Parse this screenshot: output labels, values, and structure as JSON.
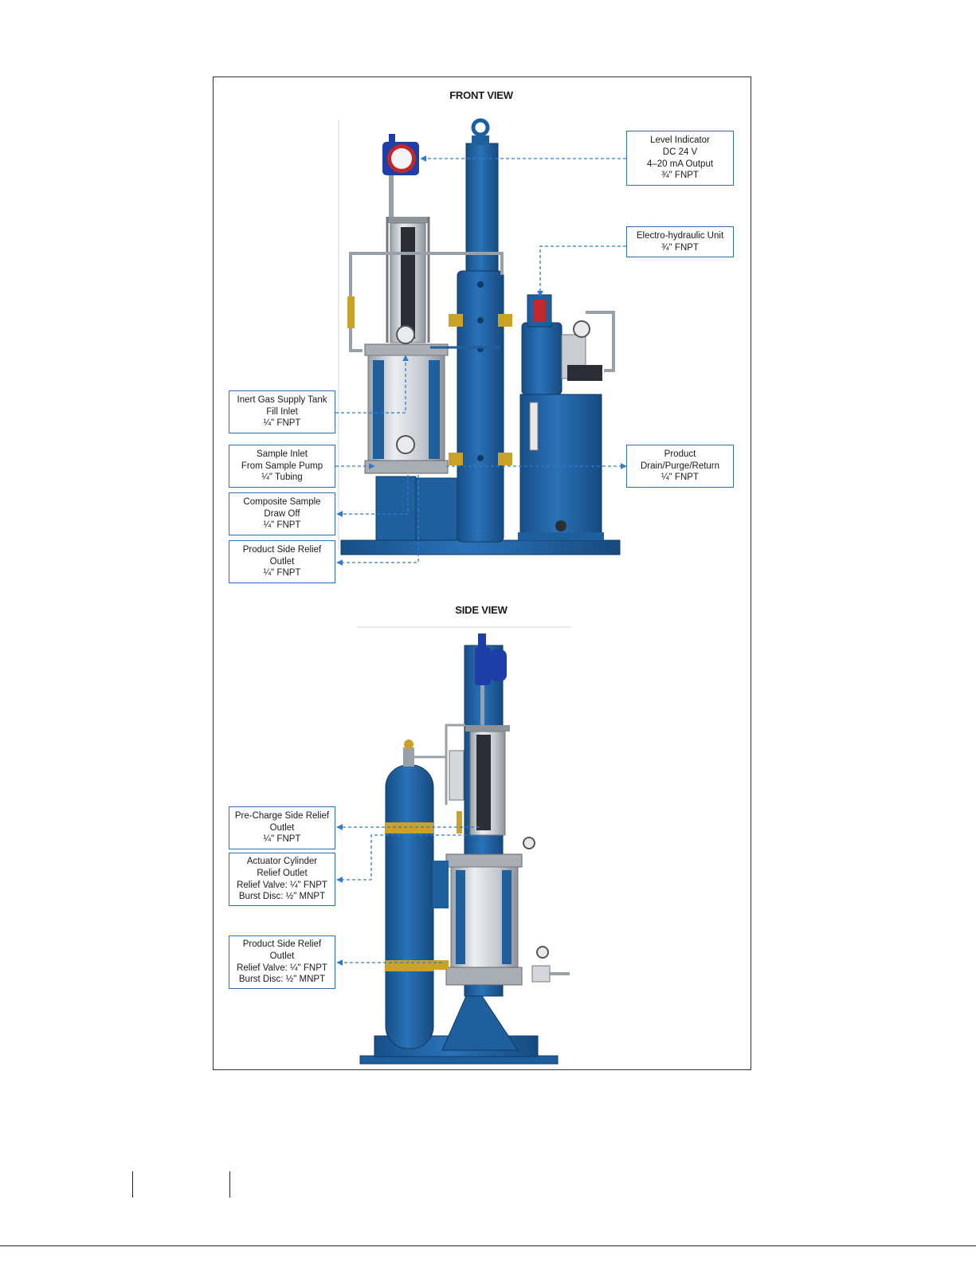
{
  "front_view": {
    "title": "FRONT VIEW",
    "callouts": {
      "level_indicator": [
        "Level Indicator",
        "DC 24 V",
        "4–20 mA Output",
        "¾\" FNPT"
      ],
      "electro_hydraulic": [
        "Electro-hydraulic Unit",
        "¾\" FNPT"
      ],
      "inert_gas": [
        "Inert Gas Supply Tank",
        "Fill Inlet",
        "¼\" FNPT"
      ],
      "sample_inlet": [
        "Sample Inlet",
        "From Sample Pump",
        "¼\" Tubing"
      ],
      "product_drain": [
        "Product",
        "Drain/Purge/Return",
        "¼\" FNPT"
      ],
      "composite_sample": [
        "Composite Sample",
        "Draw Off",
        "¼\" FNPT"
      ],
      "product_relief": [
        "Product Side Relief",
        "Outlet",
        "¼\" FNPT"
      ]
    }
  },
  "side_view": {
    "title": "SIDE VIEW",
    "callouts": {
      "precharge_relief": [
        "Pre-Charge Side Relief",
        "Outlet",
        "¼\" FNPT"
      ],
      "actuator_relief": [
        "Actuator Cylinder",
        "Relief Outlet",
        "Relief Valve: ¼\" FNPT",
        "Burst Disc: ½\" MNPT"
      ],
      "product_relief": [
        "Product Side Relief",
        "Outlet",
        "Relief Valve: ¼\" FNPT",
        "Burst Disc: ½\" MNPT"
      ]
    }
  },
  "colors": {
    "equipment_blue": "#1f5f9e",
    "callout_border": "#2f6fb0",
    "leader_line": "#2f7ad0",
    "brass": "#c9a227",
    "steel": "#c9ccd1"
  }
}
